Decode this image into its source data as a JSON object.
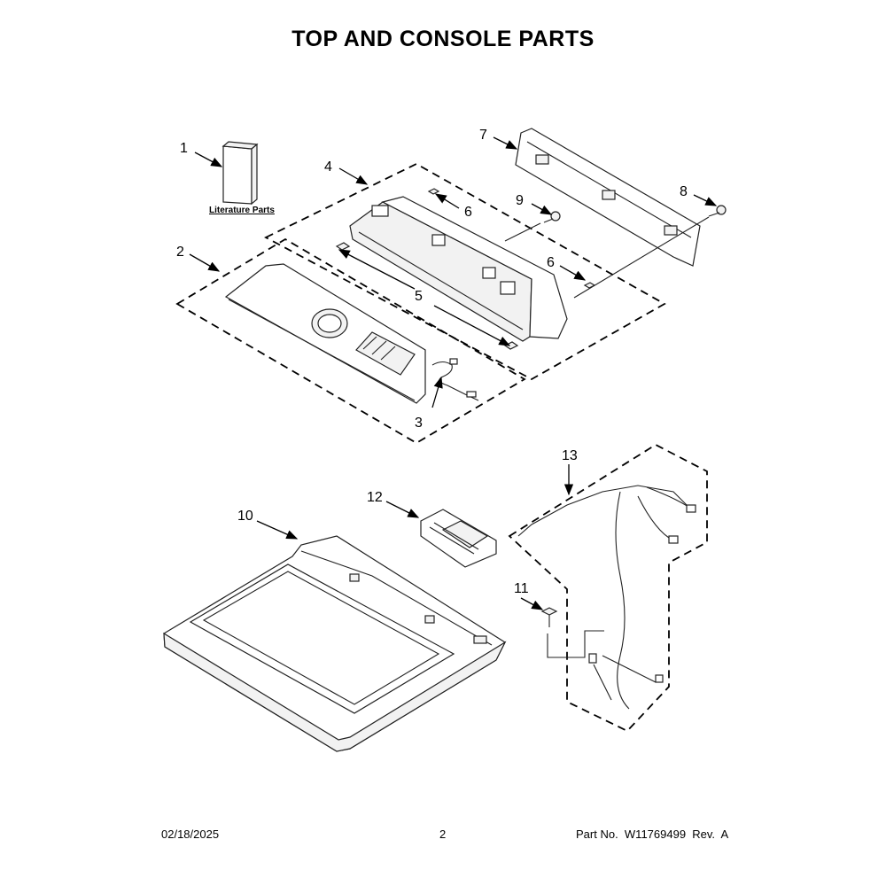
{
  "title": "TOP AND CONSOLE PARTS",
  "literature_label": "Literature Parts",
  "callouts": [
    "1",
    "2",
    "3",
    "4",
    "5",
    "6",
    "6",
    "7",
    "8",
    "9",
    "10",
    "11",
    "12",
    "13"
  ],
  "footer": {
    "date": "02/18/2025",
    "page": "2",
    "part_no": "Part No.  W11769499  Rev.  A"
  }
}
